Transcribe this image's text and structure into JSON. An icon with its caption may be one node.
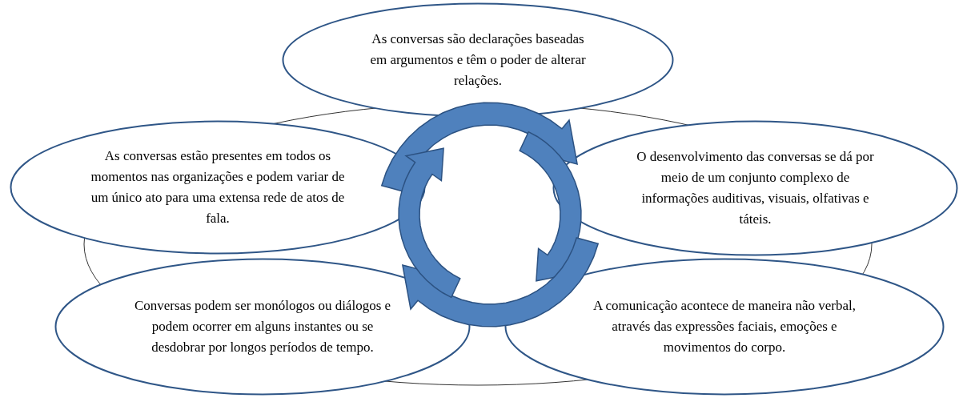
{
  "diagram": {
    "nodes": [
      {
        "text": [
          "As conversas são declarações baseadas em argumentos e têm o poder de alterar relações."
        ]
      },
      {
        "text": [
          "As conversas estão presentes em todos os momentos nas organizações e podem variar de um único ato para uma extensa rede de atos de fala."
        ]
      },
      {
        "text": [
          "O desenvolvimento das conversas se dá por meio de um conjunto complexo de informações auditivas, visuais, olfativas e táteis."
        ]
      },
      {
        "text": [
          "Conversas podem ser monólogos ou diálogos e podem ocorrer em alguns instantes ou se desdobrar por longos períodos de tempo."
        ]
      },
      {
        "text": [
          "A comunicação acontece de maneira não verbal, através das expressões faciais, emoções e movimentos do corpo."
        ]
      }
    ]
  }
}
